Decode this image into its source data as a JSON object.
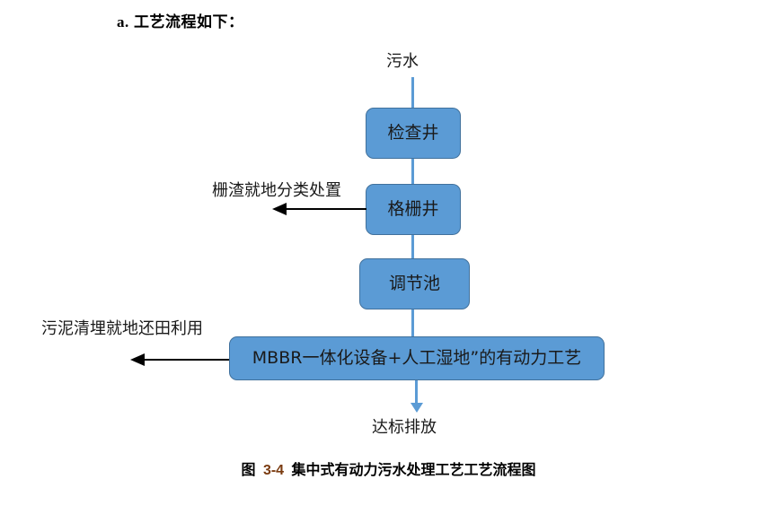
{
  "heading": {
    "marker": "a.",
    "text": "工艺流程如下："
  },
  "flow": {
    "inlet_label": "污水",
    "outlet_label": "达标排放",
    "nodes": [
      {
        "id": "inspection-well",
        "label": "检查井"
      },
      {
        "id": "grating-well",
        "label": "格栅井"
      },
      {
        "id": "regulating-tank",
        "label": "调节池"
      },
      {
        "id": "mbbr-process",
        "label": "MBBR一体化设备+人工湿地”的有动力工艺"
      }
    ],
    "side_outputs": [
      {
        "id": "grid-residue",
        "label": "栅渣就地分类处置"
      },
      {
        "id": "sludge-reuse",
        "label": "污泥清埋就地还田利用"
      }
    ]
  },
  "caption": {
    "prefix": "图",
    "number": "3-4",
    "title": "集中式有动力污水处理工艺工艺流程图"
  },
  "colors": {
    "node_fill": "#5B9BD5",
    "node_border": "#41719C",
    "connector": "#5B9BD5",
    "arrow": "#000000",
    "fignum": "#7a3b10"
  }
}
